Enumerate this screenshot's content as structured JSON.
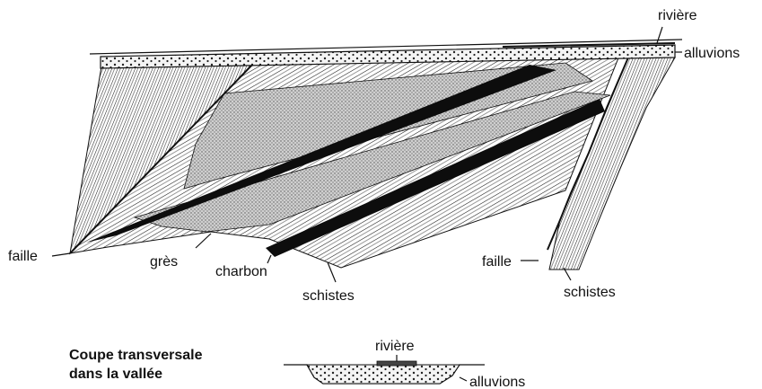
{
  "labels": {
    "riviere_top": "rivière",
    "alluvions_top": "alluvions",
    "faille_left": "faille",
    "gres": "grès",
    "charbon": "charbon",
    "schistes_left": "schistes",
    "faille_right": "faille",
    "schistes_right": "schistes",
    "caption_line1": "Coupe transversale",
    "caption_line2": "dans la vallée",
    "riviere_small": "rivière",
    "alluvions_small": "alluvions"
  },
  "colors": {
    "ink": "#111111",
    "gres_fill": "#b9b9b9",
    "charbon_fill": "#0d0d0d",
    "alluvion_fill": "#e9e9e9",
    "background": "#ffffff"
  }
}
